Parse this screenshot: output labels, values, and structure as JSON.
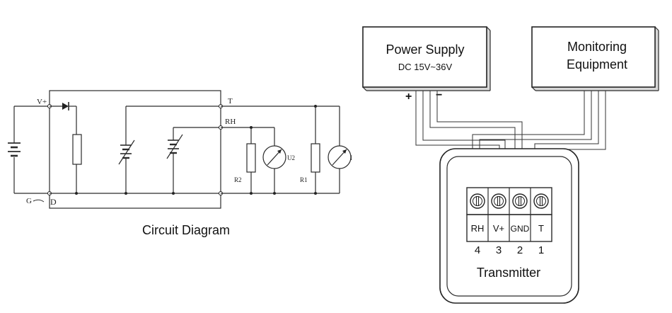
{
  "circuit": {
    "caption": "Circuit Diagram",
    "labels": {
      "vplus": "V+",
      "t": "T",
      "rh": "RH",
      "g": "G",
      "d": "D",
      "r2": "R2",
      "r1": "R1",
      "u2": "U2",
      "i": "I"
    }
  },
  "wiring": {
    "power_supply": {
      "title": "Power Supply",
      "subtitle": "DC 15V~36V",
      "plus": "+",
      "minus": "−"
    },
    "monitoring": {
      "line1": "Monitoring",
      "line2": "Equipment"
    },
    "terminals": [
      {
        "label": "RH",
        "number": "4"
      },
      {
        "label": "V+",
        "number": "3"
      },
      {
        "label": "GND",
        "number": "2"
      },
      {
        "label": "T",
        "number": "1"
      }
    ],
    "transmitter": "Transmitter"
  }
}
